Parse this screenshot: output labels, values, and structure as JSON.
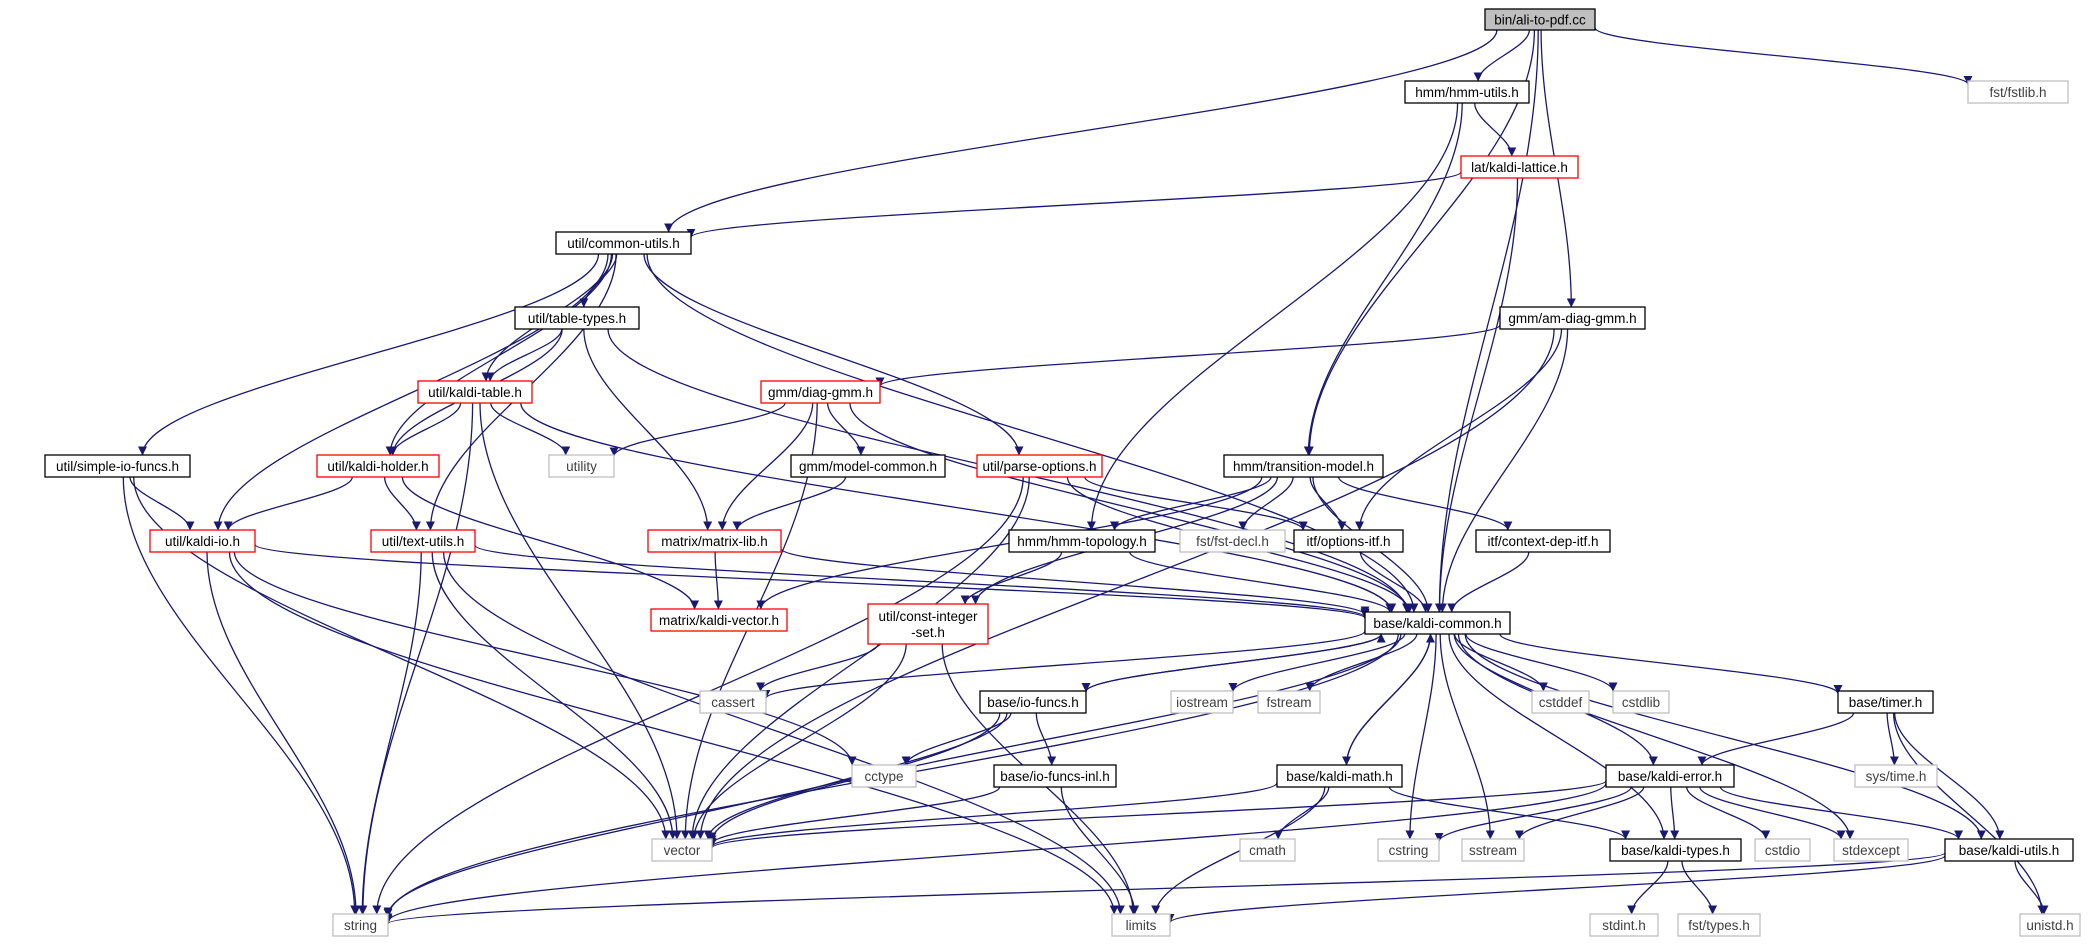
{
  "colors": {
    "edge": "#191970",
    "border_normal": "#000000",
    "border_red": "#ff0000",
    "border_gray": "#bfbfbf",
    "text_gray": "#404040",
    "root_fill": "#bfbfbf"
  },
  "nodes": [
    {
      "id": "root",
      "label": "bin/ali-to-pdf.cc",
      "style": "root"
    },
    {
      "id": "hmmutils",
      "label": "hmm/hmm-utils.h",
      "style": "normal"
    },
    {
      "id": "fstlib",
      "label": "fst/fstlib.h",
      "style": "gray"
    },
    {
      "id": "lattice",
      "label": "lat/kaldi-lattice.h",
      "style": "red"
    },
    {
      "id": "common",
      "label": "util/common-utils.h",
      "style": "normal"
    },
    {
      "id": "tabletypes",
      "label": "util/table-types.h",
      "style": "normal"
    },
    {
      "id": "amdiag",
      "label": "gmm/am-diag-gmm.h",
      "style": "normal"
    },
    {
      "id": "kalditable",
      "label": "util/kaldi-table.h",
      "style": "red"
    },
    {
      "id": "diaggmm",
      "label": "gmm/diag-gmm.h",
      "style": "red"
    },
    {
      "id": "simpleio",
      "label": "util/simple-io-funcs.h",
      "style": "normal"
    },
    {
      "id": "holder",
      "label": "util/kaldi-holder.h",
      "style": "red"
    },
    {
      "id": "utility",
      "label": "utility",
      "style": "gray"
    },
    {
      "id": "modelcommon",
      "label": "gmm/model-common.h",
      "style": "normal"
    },
    {
      "id": "parseopt",
      "label": "util/parse-options.h",
      "style": "red"
    },
    {
      "id": "transmodel",
      "label": "hmm/transition-model.h",
      "style": "normal"
    },
    {
      "id": "kaldiio",
      "label": "util/kaldi-io.h",
      "style": "red"
    },
    {
      "id": "textutils",
      "label": "util/text-utils.h",
      "style": "red"
    },
    {
      "id": "matrixlib",
      "label": "matrix/matrix-lib.h",
      "style": "red"
    },
    {
      "id": "topology",
      "label": "hmm/hmm-topology.h",
      "style": "normal"
    },
    {
      "id": "fstdecl",
      "label": "fst/fst-decl.h",
      "style": "gray"
    },
    {
      "id": "optionsitf",
      "label": "itf/options-itf.h",
      "style": "normal"
    },
    {
      "id": "contextdep",
      "label": "itf/context-dep-itf.h",
      "style": "normal"
    },
    {
      "id": "kaldivector",
      "label": "matrix/kaldi-vector.h",
      "style": "red"
    },
    {
      "id": "constint",
      "label": "util/const-integer\n-set.h",
      "style": "red"
    },
    {
      "id": "kaldicommon",
      "label": "base/kaldi-common.h",
      "style": "normal"
    },
    {
      "id": "cassert",
      "label": "cassert",
      "style": "gray"
    },
    {
      "id": "iofuncs",
      "label": "base/io-funcs.h",
      "style": "normal"
    },
    {
      "id": "iostream",
      "label": "iostream",
      "style": "gray"
    },
    {
      "id": "fstream",
      "label": "fstream",
      "style": "gray"
    },
    {
      "id": "cstddef",
      "label": "cstddef",
      "style": "gray"
    },
    {
      "id": "cstdlib",
      "label": "cstdlib",
      "style": "gray"
    },
    {
      "id": "timer",
      "label": "base/timer.h",
      "style": "normal"
    },
    {
      "id": "cctype",
      "label": "cctype",
      "style": "gray"
    },
    {
      "id": "iofuncsinl",
      "label": "base/io-funcs-inl.h",
      "style": "normal"
    },
    {
      "id": "kaldimath",
      "label": "base/kaldi-math.h",
      "style": "normal"
    },
    {
      "id": "systime",
      "label": "sys/time.h",
      "style": "gray"
    },
    {
      "id": "kaldierror",
      "label": "base/kaldi-error.h",
      "style": "normal"
    },
    {
      "id": "vector",
      "label": "vector",
      "style": "gray"
    },
    {
      "id": "cmath",
      "label": "cmath",
      "style": "gray"
    },
    {
      "id": "cstring",
      "label": "cstring",
      "style": "gray"
    },
    {
      "id": "sstream",
      "label": "sstream",
      "style": "gray"
    },
    {
      "id": "kalditypes",
      "label": "base/kaldi-types.h",
      "style": "normal"
    },
    {
      "id": "cstdio",
      "label": "cstdio",
      "style": "gray"
    },
    {
      "id": "stdexcept",
      "label": "stdexcept",
      "style": "gray"
    },
    {
      "id": "kaldiutils",
      "label": "base/kaldi-utils.h",
      "style": "normal"
    },
    {
      "id": "string",
      "label": "string",
      "style": "gray"
    },
    {
      "id": "limits",
      "label": "limits",
      "style": "gray"
    },
    {
      "id": "stdint",
      "label": "stdint.h",
      "style": "gray"
    },
    {
      "id": "fsttypes",
      "label": "fst/types.h",
      "style": "gray"
    },
    {
      "id": "unistd",
      "label": "unistd.h",
      "style": "gray"
    }
  ],
  "edges": [
    [
      "root",
      "hmmutils"
    ],
    [
      "root",
      "fstlib"
    ],
    [
      "root",
      "common"
    ],
    [
      "root",
      "amdiag"
    ],
    [
      "root",
      "transmodel"
    ],
    [
      "root",
      "kaldicommon"
    ],
    [
      "hmmutils",
      "lattice"
    ],
    [
      "hmmutils",
      "transmodel"
    ],
    [
      "hmmutils",
      "topology"
    ],
    [
      "lattice",
      "common"
    ],
    [
      "lattice",
      "kaldicommon"
    ],
    [
      "common",
      "tabletypes"
    ],
    [
      "common",
      "kalditable"
    ],
    [
      "common",
      "holder"
    ],
    [
      "common",
      "simpleio"
    ],
    [
      "common",
      "kaldiio"
    ],
    [
      "common",
      "textutils"
    ],
    [
      "common",
      "parseopt"
    ],
    [
      "common",
      "kaldicommon"
    ],
    [
      "tabletypes",
      "kalditable"
    ],
    [
      "tabletypes",
      "holder"
    ],
    [
      "tabletypes",
      "matrixlib"
    ],
    [
      "tabletypes",
      "kaldicommon"
    ],
    [
      "amdiag",
      "diaggmm"
    ],
    [
      "amdiag",
      "optionsitf"
    ],
    [
      "amdiag",
      "vector"
    ],
    [
      "amdiag",
      "kaldicommon"
    ],
    [
      "kalditable",
      "holder"
    ],
    [
      "kalditable",
      "utility"
    ],
    [
      "kalditable",
      "string"
    ],
    [
      "kalditable",
      "vector"
    ],
    [
      "kalditable",
      "kaldicommon"
    ],
    [
      "diaggmm",
      "utility"
    ],
    [
      "diaggmm",
      "modelcommon"
    ],
    [
      "diaggmm",
      "matrixlib"
    ],
    [
      "diaggmm",
      "vector"
    ],
    [
      "diaggmm",
      "kaldicommon"
    ],
    [
      "simpleio",
      "kaldiio"
    ],
    [
      "simpleio",
      "string"
    ],
    [
      "simpleio",
      "vector"
    ],
    [
      "holder",
      "kaldiio"
    ],
    [
      "holder",
      "textutils"
    ],
    [
      "holder",
      "kaldivector"
    ],
    [
      "modelcommon",
      "matrixlib"
    ],
    [
      "parseopt",
      "optionsitf"
    ],
    [
      "parseopt",
      "string"
    ],
    [
      "parseopt",
      "vector"
    ],
    [
      "parseopt",
      "kaldicommon"
    ],
    [
      "transmodel",
      "topology"
    ],
    [
      "transmodel",
      "fstdecl"
    ],
    [
      "transmodel",
      "optionsitf"
    ],
    [
      "transmodel",
      "contextdep"
    ],
    [
      "transmodel",
      "constint"
    ],
    [
      "transmodel",
      "kaldivector"
    ],
    [
      "transmodel",
      "kaldicommon"
    ],
    [
      "kaldiio",
      "string"
    ],
    [
      "kaldiio",
      "cctype"
    ],
    [
      "kaldiio",
      "limits"
    ],
    [
      "kaldiio",
      "kaldicommon"
    ],
    [
      "textutils",
      "string"
    ],
    [
      "textutils",
      "vector"
    ],
    [
      "textutils",
      "limits"
    ],
    [
      "textutils",
      "kaldicommon"
    ],
    [
      "matrixlib",
      "kaldivector"
    ],
    [
      "matrixlib",
      "kaldicommon"
    ],
    [
      "topology",
      "constint"
    ],
    [
      "topology",
      "kaldicommon"
    ],
    [
      "optionsitf",
      "kaldicommon"
    ],
    [
      "contextdep",
      "kaldicommon"
    ],
    [
      "constint",
      "cassert"
    ],
    [
      "constint",
      "vector"
    ],
    [
      "constint",
      "limits"
    ],
    [
      "kaldicommon",
      "cassert"
    ],
    [
      "kaldicommon",
      "iofuncs"
    ],
    [
      "kaldicommon",
      "iostream"
    ],
    [
      "kaldicommon",
      "fstream"
    ],
    [
      "kaldicommon",
      "cstddef"
    ],
    [
      "kaldicommon",
      "cstdlib"
    ],
    [
      "kaldicommon",
      "timer"
    ],
    [
      "kaldicommon",
      "kaldimath"
    ],
    [
      "kaldicommon",
      "kaldierror"
    ],
    [
      "kaldicommon",
      "vector"
    ],
    [
      "kaldicommon",
      "string"
    ],
    [
      "kaldicommon",
      "cstring"
    ],
    [
      "kaldicommon",
      "sstream"
    ],
    [
      "kaldicommon",
      "kalditypes"
    ],
    [
      "kaldicommon",
      "stdexcept"
    ],
    [
      "kaldicommon",
      "kaldiutils"
    ],
    [
      "iofuncs",
      "cctype"
    ],
    [
      "iofuncs",
      "iofuncsinl"
    ],
    [
      "iofuncs",
      "vector"
    ],
    [
      "iofuncs",
      "string"
    ],
    [
      "iofuncs",
      "kaldicommon"
    ],
    [
      "iofuncsinl",
      "vector"
    ],
    [
      "iofuncsinl",
      "limits"
    ],
    [
      "kaldimath",
      "vector"
    ],
    [
      "kaldimath",
      "cmath"
    ],
    [
      "kaldimath",
      "limits"
    ],
    [
      "kaldimath",
      "kalditypes"
    ],
    [
      "kaldimath",
      "kaldicommon"
    ],
    [
      "timer",
      "systime"
    ],
    [
      "timer",
      "kaldierror"
    ],
    [
      "timer",
      "kaldiutils"
    ],
    [
      "timer",
      "unistd"
    ],
    [
      "kaldierror",
      "vector"
    ],
    [
      "kaldierror",
      "string"
    ],
    [
      "kaldierror",
      "cstring"
    ],
    [
      "kaldierror",
      "sstream"
    ],
    [
      "kaldierror",
      "kalditypes"
    ],
    [
      "kaldierror",
      "cstdio"
    ],
    [
      "kaldierror",
      "stdexcept"
    ],
    [
      "kaldierror",
      "kaldiutils"
    ],
    [
      "kalditypes",
      "stdint"
    ],
    [
      "kalditypes",
      "fsttypes"
    ],
    [
      "kaldiutils",
      "string"
    ],
    [
      "kaldiutils",
      "limits"
    ],
    [
      "kaldiutils",
      "unistd"
    ]
  ]
}
